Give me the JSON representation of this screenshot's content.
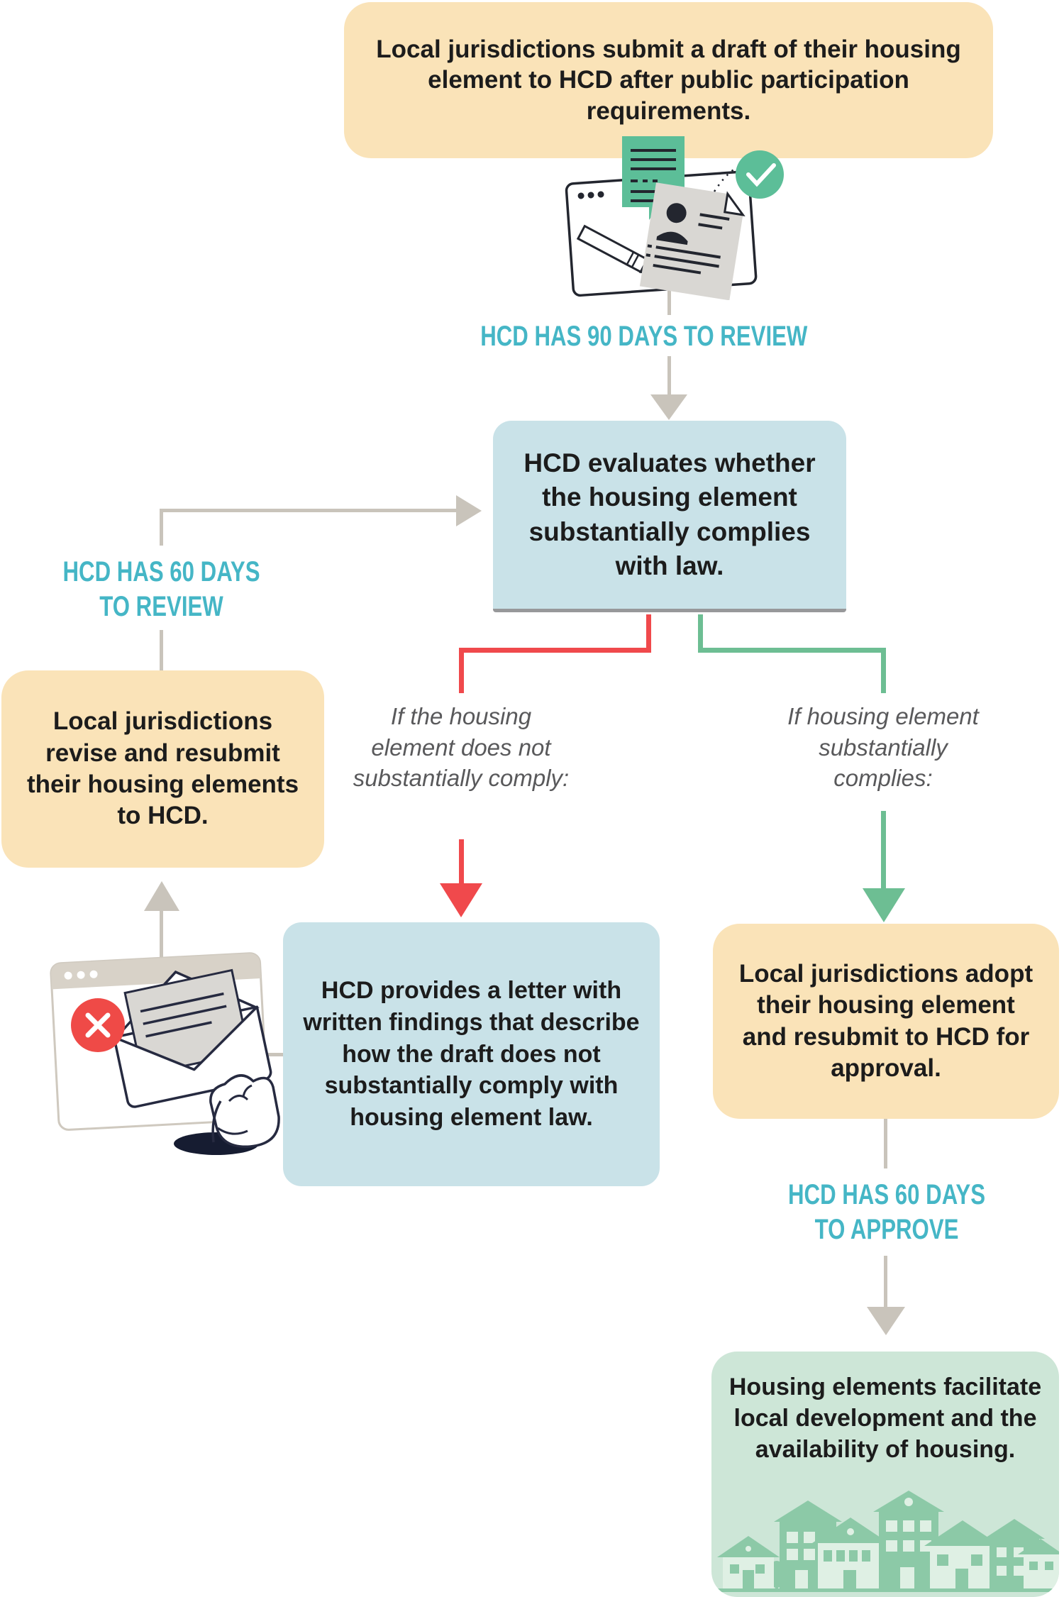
{
  "diagram": {
    "title_context": "HCD housing element review flowchart",
    "boxes": {
      "submit": {
        "text": "Local jurisdictions submit a draft of their housing element to HCD after public participation requirements."
      },
      "evaluate": {
        "text": "HCD evaluates whether the housing element substantially complies with law."
      },
      "revise": {
        "text": "Local jurisdictions revise and resubmit their housing elements to HCD."
      },
      "findings": {
        "text": "HCD provides a letter with written findings that describe how the draft does not substantially comply with housing element law."
      },
      "adopt": {
        "text": "Local jurisdictions adopt their housing element and resubmit to HCD for approval."
      },
      "outcome": {
        "text": "Housing elements facilitate local development and the availability of housing."
      }
    },
    "timers": {
      "review90": "HCD HAS 90 DAYS TO REVIEW",
      "review60_l1": "HCD HAS 60 DAYS",
      "review60_l2": "TO REVIEW",
      "approve60_l1": "HCD HAS 60 DAYS",
      "approve60_l2": "TO APPROVE"
    },
    "branches": {
      "fail": "If the housing element does not substantially comply:",
      "pass": "If housing element substantially complies:"
    },
    "icons": {
      "submit_icon": "document-review-illustration",
      "reject_icon": "rejected-letter-illustration",
      "houses_icon": "neighborhood-houses-illustration"
    },
    "colors": {
      "tan_box": "#FAE3B8",
      "blue_box": "#C9E2E8",
      "green_box": "#CDE6D7",
      "teal_label": "#45B6C6",
      "fail_branch_red": "#F0494C",
      "pass_branch_green": "#6DBE93",
      "connector_gray": "#C9C4BB",
      "houses_green": "#8CC9A7"
    }
  }
}
